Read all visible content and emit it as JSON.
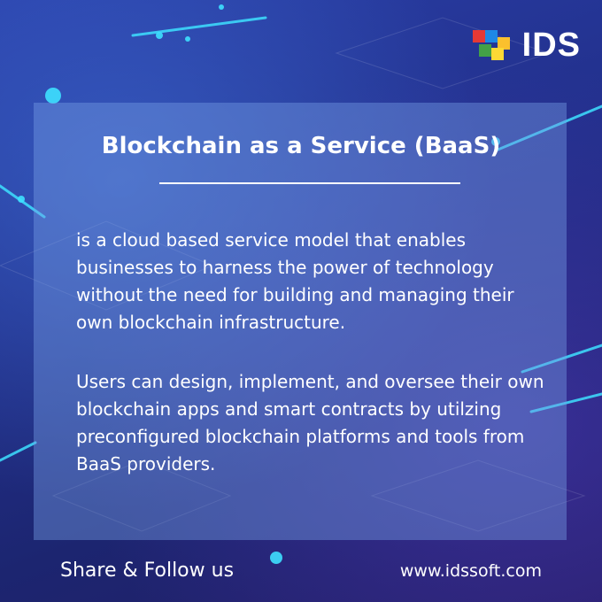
{
  "brand": {
    "name": "IDS",
    "cube_colors": [
      "#e53935",
      "#1e88e5",
      "#43a047",
      "#fbc02d"
    ]
  },
  "card": {
    "title": "Blockchain as a Service (BaaS)",
    "paragraph1": "is a cloud based service model that enables businesses to harness the power of technology without the need for building and managing their own blockchain infrastructure.",
    "paragraph2": "Users can design, implement, and oversee their own blockchain apps and smart contracts by utilzing preconfigured blockchain platforms and tools from BaaS providers."
  },
  "footer": {
    "share_label": "Share & Follow us",
    "website": "www.idssoft.com"
  },
  "colors": {
    "accent": "#3ee0ff",
    "text": "#ffffff"
  }
}
